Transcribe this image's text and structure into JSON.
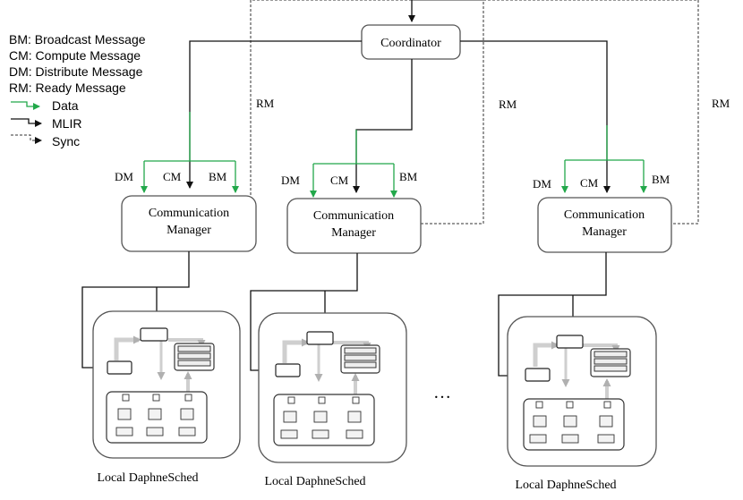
{
  "legend": {
    "bm": "BM: Broadcast Message",
    "cm": "CM: Compute Message",
    "dm": "DM: Distribute Message",
    "rm": "RM: Ready Message",
    "data": "Data",
    "mlir": "MLIR",
    "sync": "Sync"
  },
  "coordinator": {
    "label": "Coordinator"
  },
  "nodes": [
    {
      "cm_line1": "Communication",
      "cm_line2": "Manager",
      "dm": "DM",
      "cm": "CM",
      "bm": "BM",
      "rm": "RM",
      "sched_label": "Local DaphneSched"
    },
    {
      "cm_line1": "Communication",
      "cm_line2": "Manager",
      "dm": "DM",
      "cm": "CM",
      "bm": "BM",
      "rm": "RM",
      "sched_label": "Local DaphneSched"
    },
    {
      "cm_line1": "Communication",
      "cm_line2": "Manager",
      "dm": "DM",
      "cm": "CM",
      "bm": "BM",
      "rm": "RM",
      "sched_label": "Local DaphneSched"
    }
  ],
  "ellipsis": "…",
  "colors": {
    "data": "#22a84a",
    "mlir": "#111111",
    "sync": "#333333",
    "internal_arrow": "#b8b8b8",
    "box_border": "#555555"
  }
}
